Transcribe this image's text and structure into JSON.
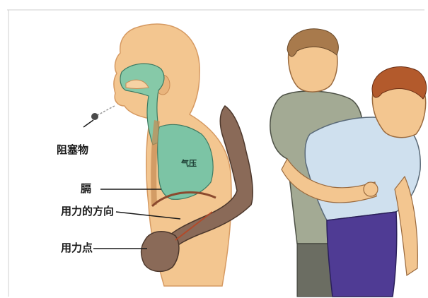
{
  "labels": {
    "foreign_object": "阻塞物",
    "air_pressure": "气压",
    "diaphragm": "膈",
    "force_direction": "用力的方向",
    "force_point": "用力点"
  },
  "colors": {
    "skin": "#f3c690",
    "skin_shadow": "#e0a870",
    "airway": "#86c9a8",
    "lung": "#7cc4a5",
    "rescuer_arm": "#8a6a58",
    "rescuer_shirt": "#a3aa94",
    "victim_shirt": "#cfe0ee",
    "victim_pants": "#4f3b94",
    "hair_rescuer": "#a87a4c",
    "hair_victim": "#b35a2c",
    "outline": "#2b2b2b"
  },
  "icons": {
    "foreign_object": "pellet-icon"
  }
}
